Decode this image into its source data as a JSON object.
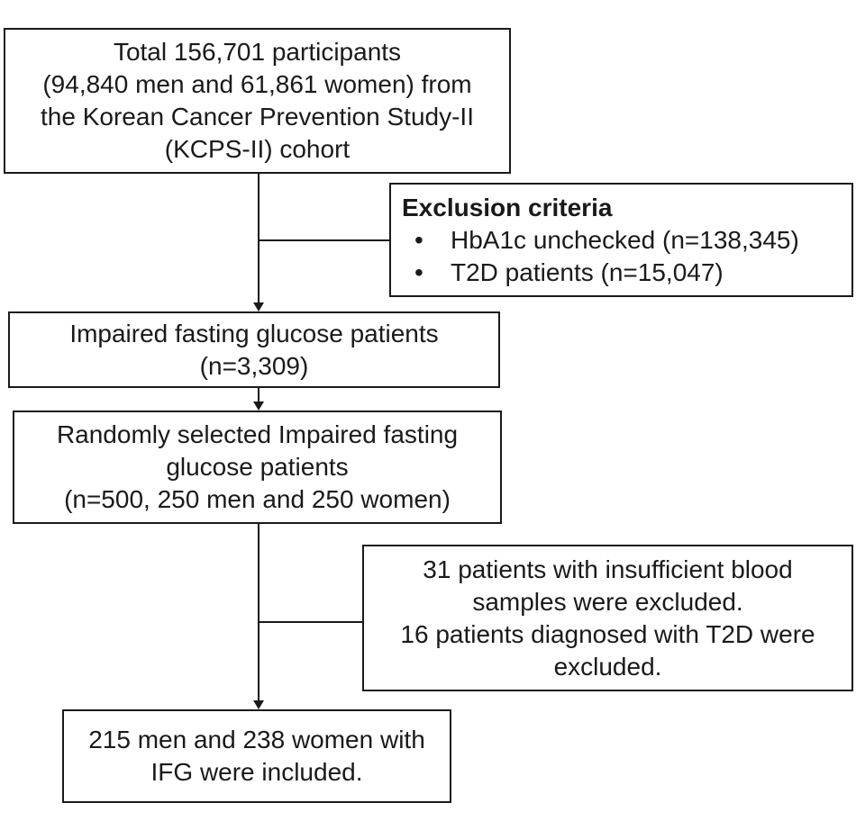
{
  "boxes": {
    "total": [
      "Total 156,701 participants",
      "(94,840 men and 61,861 women) from",
      "the Korean Cancer Prevention Study-II",
      "(KCPS-II) cohort"
    ],
    "exclusion": {
      "title": "Exclusion criteria",
      "items": [
        "HbA1c unchecked (n=138,345)",
        "T2D patients (n=15,047)"
      ]
    },
    "ifg": [
      "Impaired fasting glucose patients",
      "(n=3,309)"
    ],
    "random": [
      "Randomly selected Impaired fasting",
      "glucose patients",
      "(n=500, 250 men and 250 women)"
    ],
    "excluded2": [
      "31 patients with insufficient blood",
      "samples were excluded.",
      "16 patients diagnosed with T2D were",
      "excluded."
    ],
    "final": [
      "215 men and 238 women with",
      "IFG were included."
    ]
  }
}
